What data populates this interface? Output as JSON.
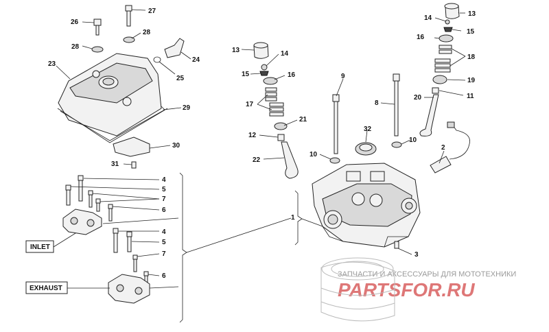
{
  "callouts": [
    {
      "id": "c1",
      "text": "1"
    },
    {
      "id": "c2",
      "text": "2"
    },
    {
      "id": "c3",
      "text": "3"
    },
    {
      "id": "c4a",
      "text": "4"
    },
    {
      "id": "c4b",
      "text": "4"
    },
    {
      "id": "c5a",
      "text": "5"
    },
    {
      "id": "c5b",
      "text": "5"
    },
    {
      "id": "c6a",
      "text": "6"
    },
    {
      "id": "c6b",
      "text": "6"
    },
    {
      "id": "c7a",
      "text": "7"
    },
    {
      "id": "c7b",
      "text": "7"
    },
    {
      "id": "c8",
      "text": "8"
    },
    {
      "id": "c9",
      "text": "9"
    },
    {
      "id": "c10a",
      "text": "10"
    },
    {
      "id": "c10b",
      "text": "10"
    },
    {
      "id": "c11",
      "text": "11"
    },
    {
      "id": "c12",
      "text": "12"
    },
    {
      "id": "c13a",
      "text": "13"
    },
    {
      "id": "c13b",
      "text": "13"
    },
    {
      "id": "c14a",
      "text": "14"
    },
    {
      "id": "c14b",
      "text": "14"
    },
    {
      "id": "c15a",
      "text": "15"
    },
    {
      "id": "c15b",
      "text": "15"
    },
    {
      "id": "c16a",
      "text": "16"
    },
    {
      "id": "c16b",
      "text": "16"
    },
    {
      "id": "c17",
      "text": "17"
    },
    {
      "id": "c18",
      "text": "18"
    },
    {
      "id": "c19",
      "text": "19"
    },
    {
      "id": "c20",
      "text": "20"
    },
    {
      "id": "c21",
      "text": "21"
    },
    {
      "id": "c22",
      "text": "22"
    },
    {
      "id": "c23",
      "text": "23"
    },
    {
      "id": "c24",
      "text": "24"
    },
    {
      "id": "c25",
      "text": "25"
    },
    {
      "id": "c26",
      "text": "26"
    },
    {
      "id": "c27",
      "text": "27"
    },
    {
      "id": "c28a",
      "text": "28"
    },
    {
      "id": "c28b",
      "text": "28"
    },
    {
      "id": "c29",
      "text": "29"
    },
    {
      "id": "c30",
      "text": "30"
    },
    {
      "id": "c31",
      "text": "31"
    },
    {
      "id": "c32",
      "text": "32"
    }
  ],
  "labels": {
    "inlet": "INLET",
    "exhaust": "EXHAUST"
  },
  "watermark": {
    "line1": "ЗАПЧАСТИ И АКСЕССУАРЫ ДЛЯ МОТОТЕХНИКИ",
    "line2": "PARTSFOR.RU"
  },
  "colors": {
    "line": "#222222",
    "watermark_red": "#d44a4a",
    "watermark_gray": "#9a9a9a"
  }
}
